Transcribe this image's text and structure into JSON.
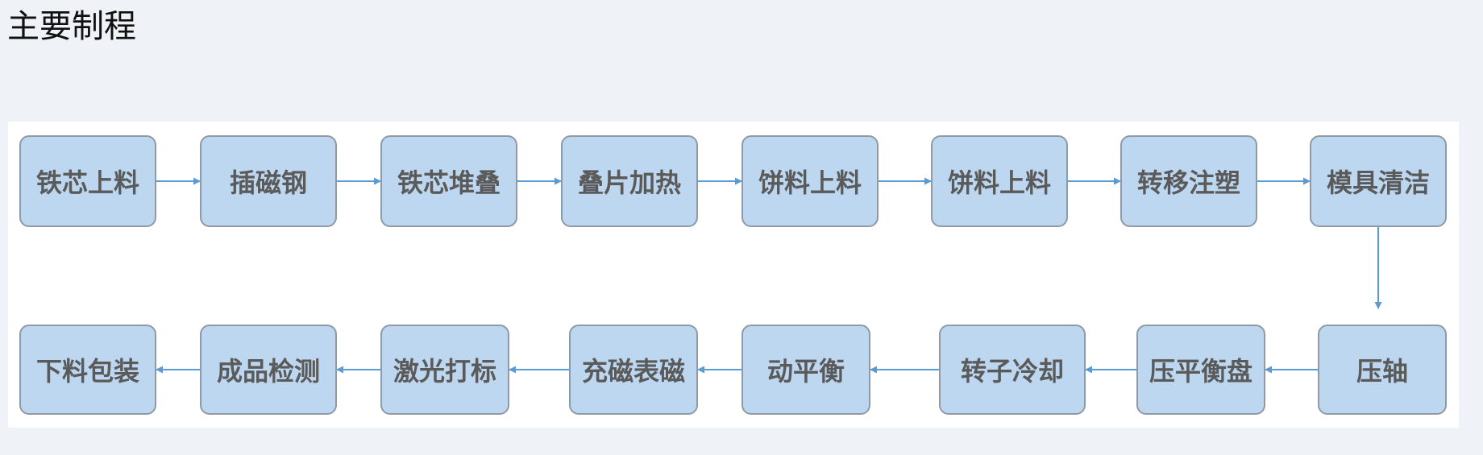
{
  "title": "主要制程",
  "steps": [
    "铁芯上料",
    "插磁钢",
    "铁芯堆叠",
    "叠片加热",
    "饼料上料",
    "饼料上料",
    "转移注塑",
    "模具清洁",
    "压轴",
    "压平衡盘",
    "转子冷却",
    "动平衡",
    "充磁表磁",
    "激光打标",
    "成品检测",
    "下料包装"
  ],
  "colors": {
    "page_background": "#eff3f7",
    "panel_background": "#ffffff",
    "box_fill": "#bcd7ef",
    "box_border": "#8f9aa6",
    "arrow": "#5b9bd5",
    "box_text": "#5a5a5a"
  }
}
